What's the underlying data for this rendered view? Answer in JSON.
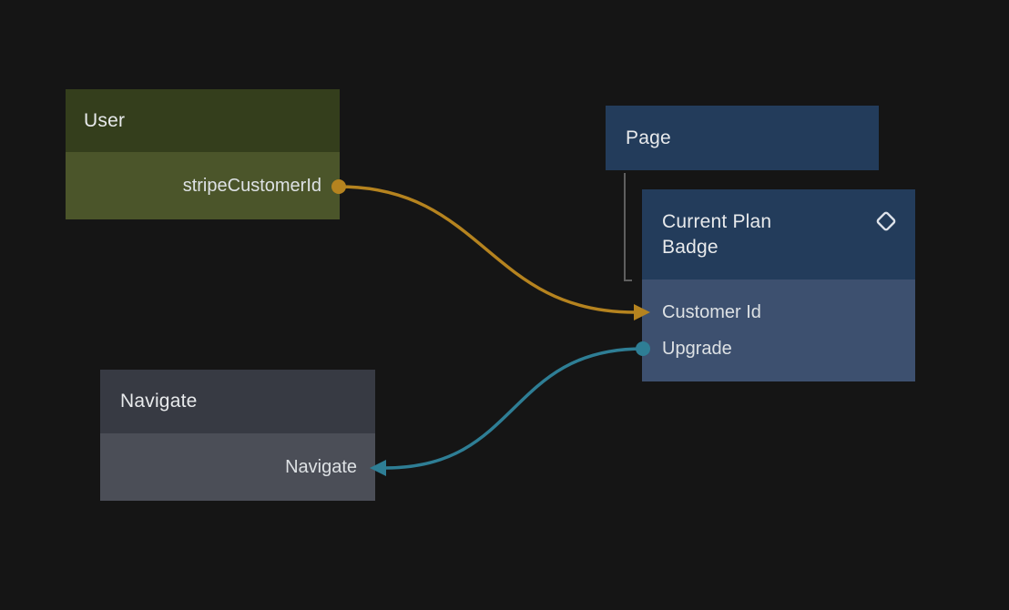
{
  "canvas": {
    "background": "#151515",
    "tree_line_color": "#5f5f5f"
  },
  "nodes": {
    "user": {
      "title": "User",
      "header_color": "#343e1c",
      "body_color": "#4b552a",
      "fields": [
        {
          "label": "stripeCustomerId",
          "port": "output",
          "port_color": "#b5831f"
        }
      ]
    },
    "page": {
      "title": "Page",
      "header_color": "#233c5b"
    },
    "current_plan_badge": {
      "title": "Current Plan Badge",
      "header_color": "#233c5b",
      "body_color": "#3d506f",
      "icon": "diamond-icon",
      "icon_color": "#dde2ea",
      "fields": [
        {
          "label": "Customer Id",
          "port": "input",
          "port_color": "#b5831f"
        },
        {
          "label": "Upgrade",
          "port": "output",
          "port_color": "#2e7e95"
        }
      ]
    },
    "navigate": {
      "title": "Navigate",
      "header_color": "#373a43",
      "body_color": "#4b4e57",
      "fields": [
        {
          "label": "Navigate",
          "port": "input",
          "port_color": "#2e7e95"
        }
      ]
    }
  },
  "edges": [
    {
      "name": "stripe-customer-id-to-customer-id",
      "from": "User.stripeCustomerId",
      "to": "Current Plan Badge.Customer Id",
      "color": "#b5831f"
    },
    {
      "name": "upgrade-to-navigate",
      "from": "Current Plan Badge.Upgrade",
      "to": "Navigate.Navigate",
      "color": "#2e7e95"
    }
  ],
  "hierarchy": {
    "parent": "Page",
    "child": "Current Plan Badge"
  }
}
